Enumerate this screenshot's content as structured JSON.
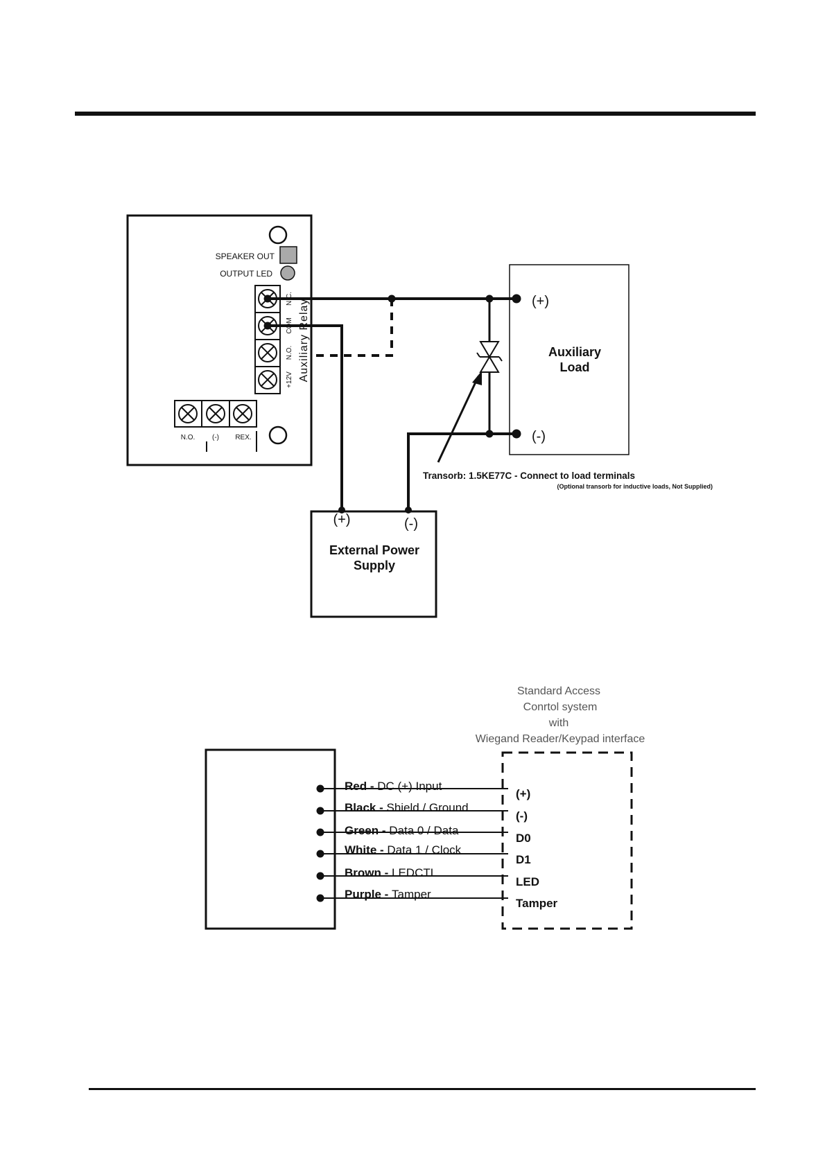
{
  "relay_diagram": {
    "board": {
      "speaker_out": "SPEAKER OUT",
      "output_led": "OUTPUT LED",
      "terminal_labels": [
        "N.C.",
        "COM",
        "N.O.",
        "+12V"
      ],
      "relay_label": "Auxiliary Relay",
      "bottom_terminal_labels": [
        "N.O.",
        "(-)",
        "REX."
      ]
    },
    "load": {
      "plus": "(+)",
      "minus": "(-)",
      "title_line1": "Auxiliary",
      "title_line2": "Load"
    },
    "transorb": {
      "note": "Transorb: 1.5KE77C  -  Connect to load terminals",
      "subnote": "(Optional transorb for inductive loads, Not Supplied)"
    },
    "power_supply": {
      "plus": "(+)",
      "minus": "(-)",
      "title_line1": "External Power",
      "title_line2": "Supply"
    }
  },
  "wiegand_diagram": {
    "system_label": [
      "Standard Access",
      "Conrtol system",
      "with",
      "Wiegand Reader/Keypad interface"
    ],
    "wires": [
      {
        "color": "Red",
        "desc": "DC (+) Input",
        "terminal": "(+)"
      },
      {
        "color": "Black",
        "desc": "Shield / Ground",
        "terminal": "(-)"
      },
      {
        "color": "Green",
        "desc": "Data 0 / Data",
        "terminal": "D0"
      },
      {
        "color": "White",
        "desc": "Data 1 / Clock",
        "terminal": "D1"
      },
      {
        "color": "Brown",
        "desc": "LEDCTL",
        "terminal": "LED"
      },
      {
        "color": "Purple",
        "desc": "Tamper",
        "terminal": "Tamper"
      }
    ]
  }
}
